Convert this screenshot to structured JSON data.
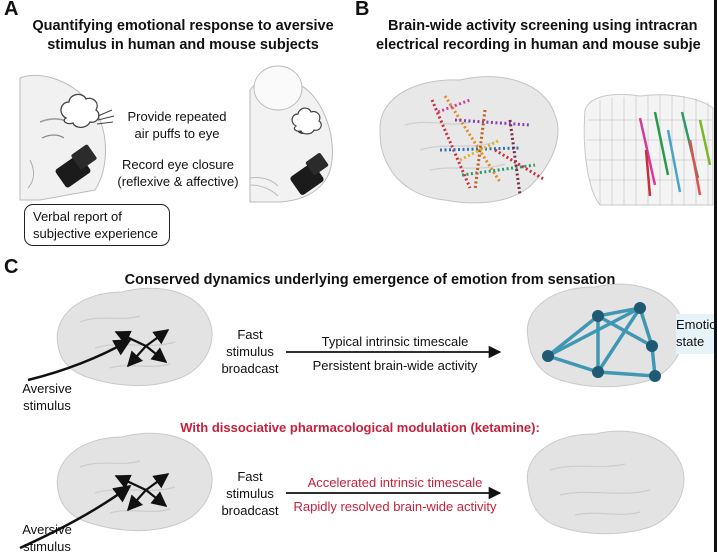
{
  "panel_a": {
    "letter": "A",
    "title_line1": "Quantifying emotional response to aversive",
    "title_line2": "stimulus in human and mouse subjects",
    "puff_line1": "Provide repeated",
    "puff_line2": "air puffs to eye",
    "record_line1": "Record eye closure",
    "record_line2": "(reflexive & affective)",
    "verbal_line1": "Verbal report of",
    "verbal_line2": "subjective experience"
  },
  "panel_b": {
    "letter": "B",
    "title_line1": "Brain-wide activity screening using intracran",
    "title_line2": "electrical recording in human and mouse subje"
  },
  "panel_c": {
    "letter": "C",
    "title": "Conserved dynamics underlying emergence of emotion from sensation",
    "top": {
      "broadcast_line1": "Fast",
      "broadcast_line2": "stimulus",
      "broadcast_line3": "broadcast",
      "arrow_above": "Typical intrinsic timescale",
      "arrow_below": "Persistent brain-wide activity",
      "stimulus_line1": "Aversive",
      "stimulus_line2": "stimulus",
      "outcome_line1": "Emotio",
      "outcome_line2": "state"
    },
    "modulation_label": "With dissociative pharmacological modulation (ketamine):",
    "bottom": {
      "broadcast_line1": "Fast",
      "broadcast_line2": "stimulus",
      "broadcast_line3": "broadcast",
      "arrow_above": "Accelerated intrinsic timescale",
      "arrow_below": "Rapidly resolved brain-wide activity",
      "stimulus_line1": "Aversive",
      "stimulus_line2": "stimulus"
    }
  },
  "colors": {
    "accent_red": "#c8203c",
    "network_blue": "#2f8fb0",
    "brain_gray": "#e3e3e3"
  }
}
